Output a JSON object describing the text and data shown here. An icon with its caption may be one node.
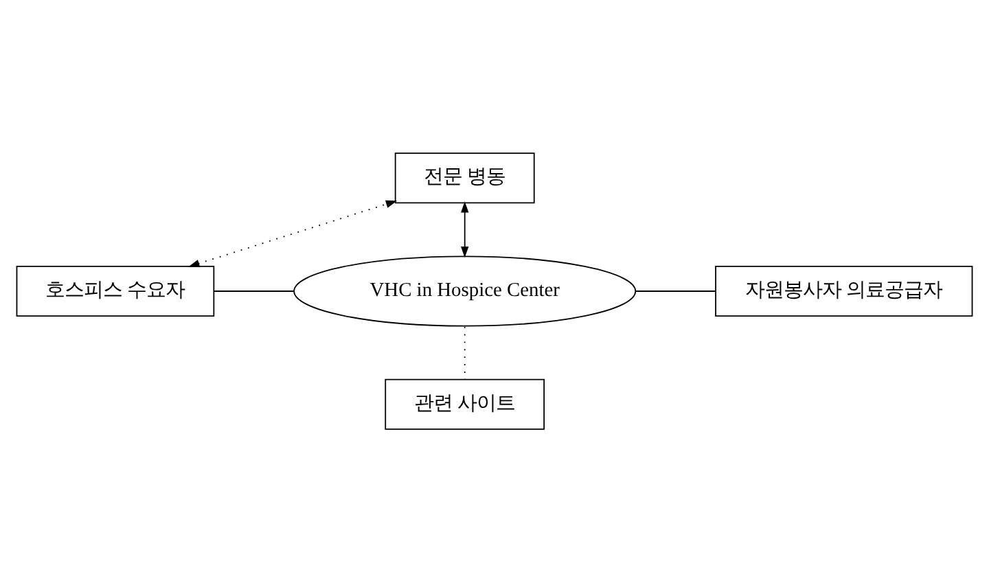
{
  "diagram": {
    "nodes": [
      {
        "text": [
          "전문 병동"
        ]
      },
      {
        "text": [
          "호스피스 수요자"
        ]
      },
      {
        "text": [
          "VHC in Hospice Center"
        ]
      },
      {
        "text": [
          "자원봉사자 의료공급자"
        ]
      },
      {
        "text": [
          "관련 사이트"
        ]
      }
    ],
    "edges": [
      {
        "from": 1,
        "to": 0,
        "arrow": "both",
        "style": "dashed"
      },
      {
        "from": 0,
        "to": 2,
        "arrow": "both"
      },
      {
        "from": 1,
        "to": 2,
        "arrow": "none"
      },
      {
        "from": 2,
        "to": 3,
        "arrow": "none"
      },
      {
        "from": 2,
        "to": 4,
        "arrow": "none",
        "style": "dashed"
      }
    ]
  }
}
